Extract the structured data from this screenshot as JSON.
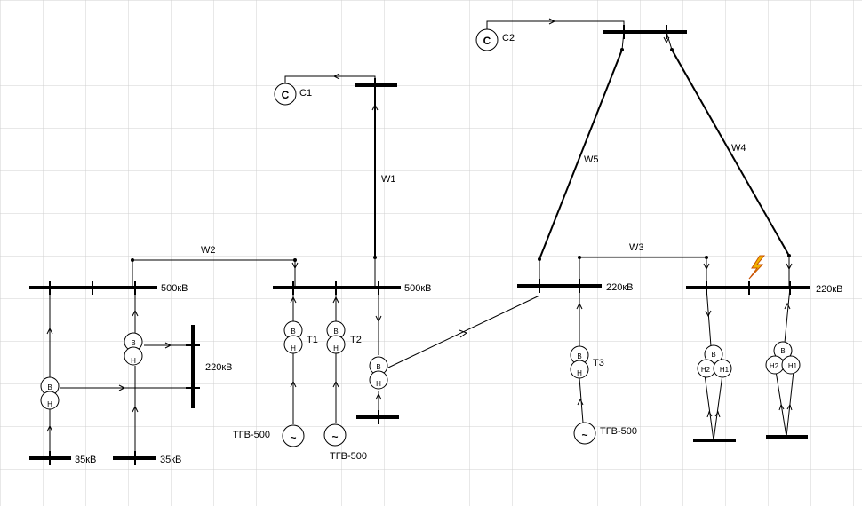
{
  "colors": {
    "grid": "#c8c8c8",
    "line": "#000000",
    "fault": "#f2b400",
    "fault_outline": "#c85000"
  },
  "buses": {
    "b500_left": "500кВ",
    "b500_mid": "500кВ",
    "b220_left": "220кВ",
    "b220_right1": "220кВ",
    "b220_right2": "220кВ",
    "b35_1": "35кВ",
    "b35_2": "35кВ"
  },
  "lines": {
    "w1": "W1",
    "w2": "W2",
    "w3": "W3",
    "w4": "W4",
    "w5": "W5"
  },
  "systems": {
    "c1": "C1",
    "c2": "C2",
    "glyph": "C"
  },
  "transformers": {
    "t1": "T1",
    "t2": "T2",
    "t3": "T3",
    "hv": "В",
    "lv": "Н",
    "lv1": "Н1",
    "lv2": "Н2"
  },
  "generators": {
    "g1": "ТГВ-500",
    "g2": "ТГВ-500",
    "g3": "ТГВ-500",
    "glyph": "~"
  },
  "fault": {
    "icon": "lightning-icon"
  }
}
